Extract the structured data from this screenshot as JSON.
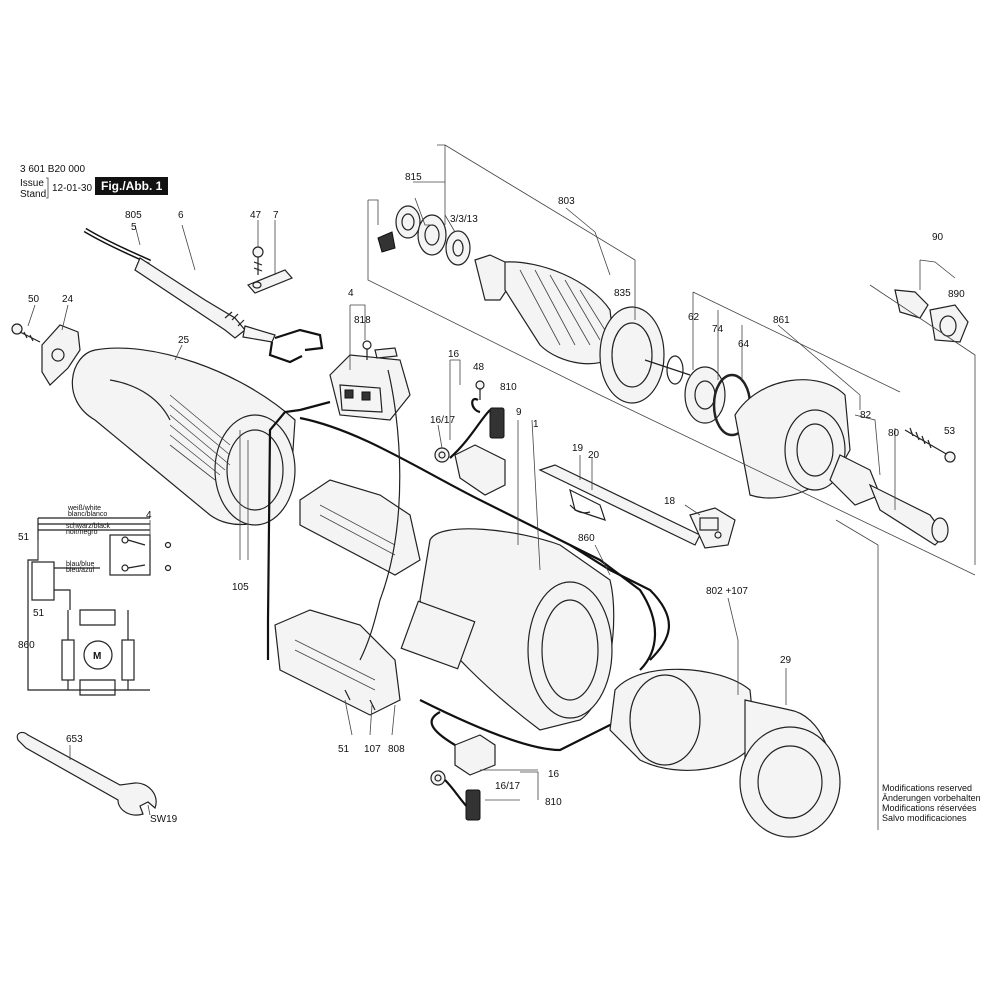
{
  "header": {
    "doc_number": "3 601 B20 000",
    "issue_label": "Issue",
    "stand_label": "Stand",
    "issue_date": "12-01-30",
    "fig_label": "Fig./Abb. 1"
  },
  "modifications": [
    "Modifications reserved",
    "Änderungen vorbehalten",
    "Modifications réservées",
    "Salvo modificaciones"
  ],
  "wiring": {
    "white": "weiß/white",
    "white2": "blanc/blanco",
    "black": "schwarz/black",
    "black2": "noir/negro",
    "blue": "blau/blue",
    "blue2": "bleu/azul",
    "motor": "M"
  },
  "wrench_size": "SW19",
  "part_labels": {
    "p805": "805",
    "p5": "5",
    "p6": "6",
    "p47": "47",
    "p7": "7",
    "p50": "50",
    "p24": "24",
    "p25": "25",
    "p4": "4",
    "p818": "818",
    "p16a": "16",
    "p48": "48",
    "p810a": "810",
    "p1617a": "16/17",
    "p9": "9",
    "p1": "1",
    "p815": "815",
    "p3313": "3/3/13",
    "p803": "803",
    "p835": "835",
    "p62": "62",
    "p74": "74",
    "p64": "64",
    "p861": "861",
    "p90": "90",
    "p890": "890",
    "p82": "82",
    "p80": "80",
    "p53": "53",
    "p19": "19",
    "p20": "20",
    "p18": "18",
    "p860a": "860",
    "p802": "802 +107",
    "p29": "29",
    "p105": "105",
    "p51a": "51",
    "p4b": "4",
    "p51b": "51",
    "p860b": "860",
    "p653": "653",
    "p51c": "51",
    "p107": "107",
    "p808": "808",
    "p16b": "16",
    "p1617b": "16/17",
    "p810b": "810"
  }
}
